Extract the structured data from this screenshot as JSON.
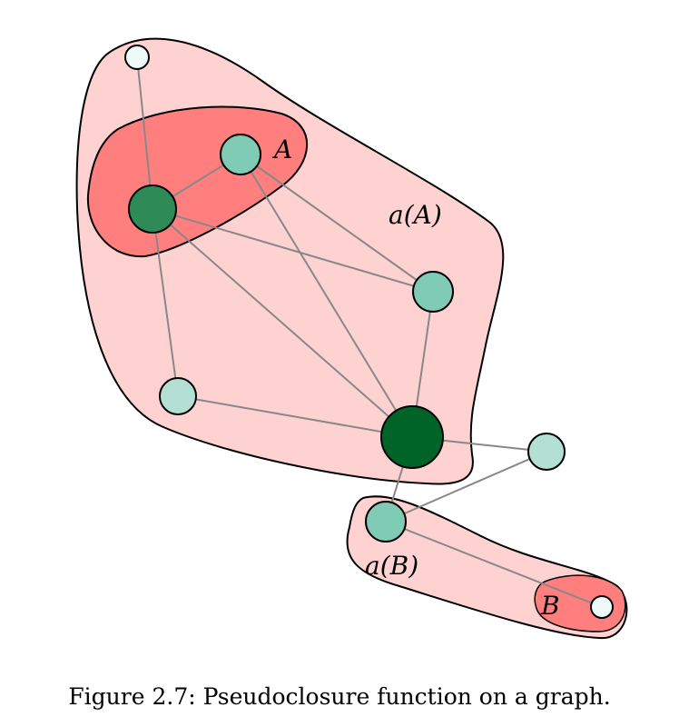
{
  "labels": {
    "set_A": "A",
    "closure_A": "a(A)",
    "set_B": "B",
    "closure_B": "a(B)"
  },
  "caption": "Figure 2.7: Pseudoclosure function on a graph.",
  "colors": {
    "closure_fill": "#ffd2d2",
    "set_fill": "#ff7f7f",
    "edge": "#888888",
    "node_dark": "#006428",
    "node_medium_dark": "#2e8b57",
    "node_teal": "#80cbb4",
    "node_light": "#b3e0d3",
    "node_white": "#effafa"
  }
}
